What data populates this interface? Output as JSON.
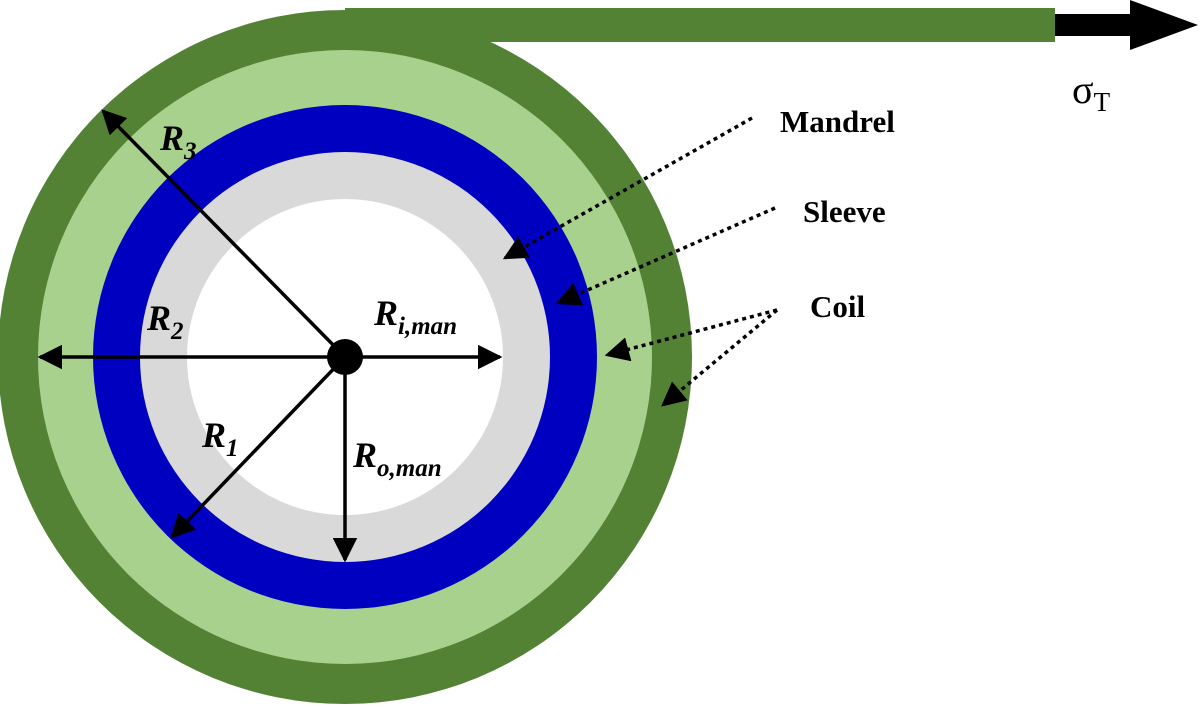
{
  "labels": {
    "mandrel": "Mandrel",
    "sleeve": "Sleeve",
    "coil": "Coil",
    "sigma": "σ",
    "sigma_sub": "T"
  },
  "radii": {
    "r3": {
      "main": "R",
      "sub": "3"
    },
    "r2": {
      "main": "R",
      "sub": "2"
    },
    "r1": {
      "main": "R",
      "sub": "1"
    },
    "ri_man": {
      "main": "R",
      "sub": "i,man"
    },
    "ro_man": {
      "main": "R",
      "sub": "o,man"
    }
  },
  "colors": {
    "coil_outer": "#548235",
    "coil_inner": "#a9d18e",
    "sleeve": "#0000c0",
    "mandrel": "#d9d9d9",
    "bore": "#ffffff",
    "ink": "#000000"
  }
}
